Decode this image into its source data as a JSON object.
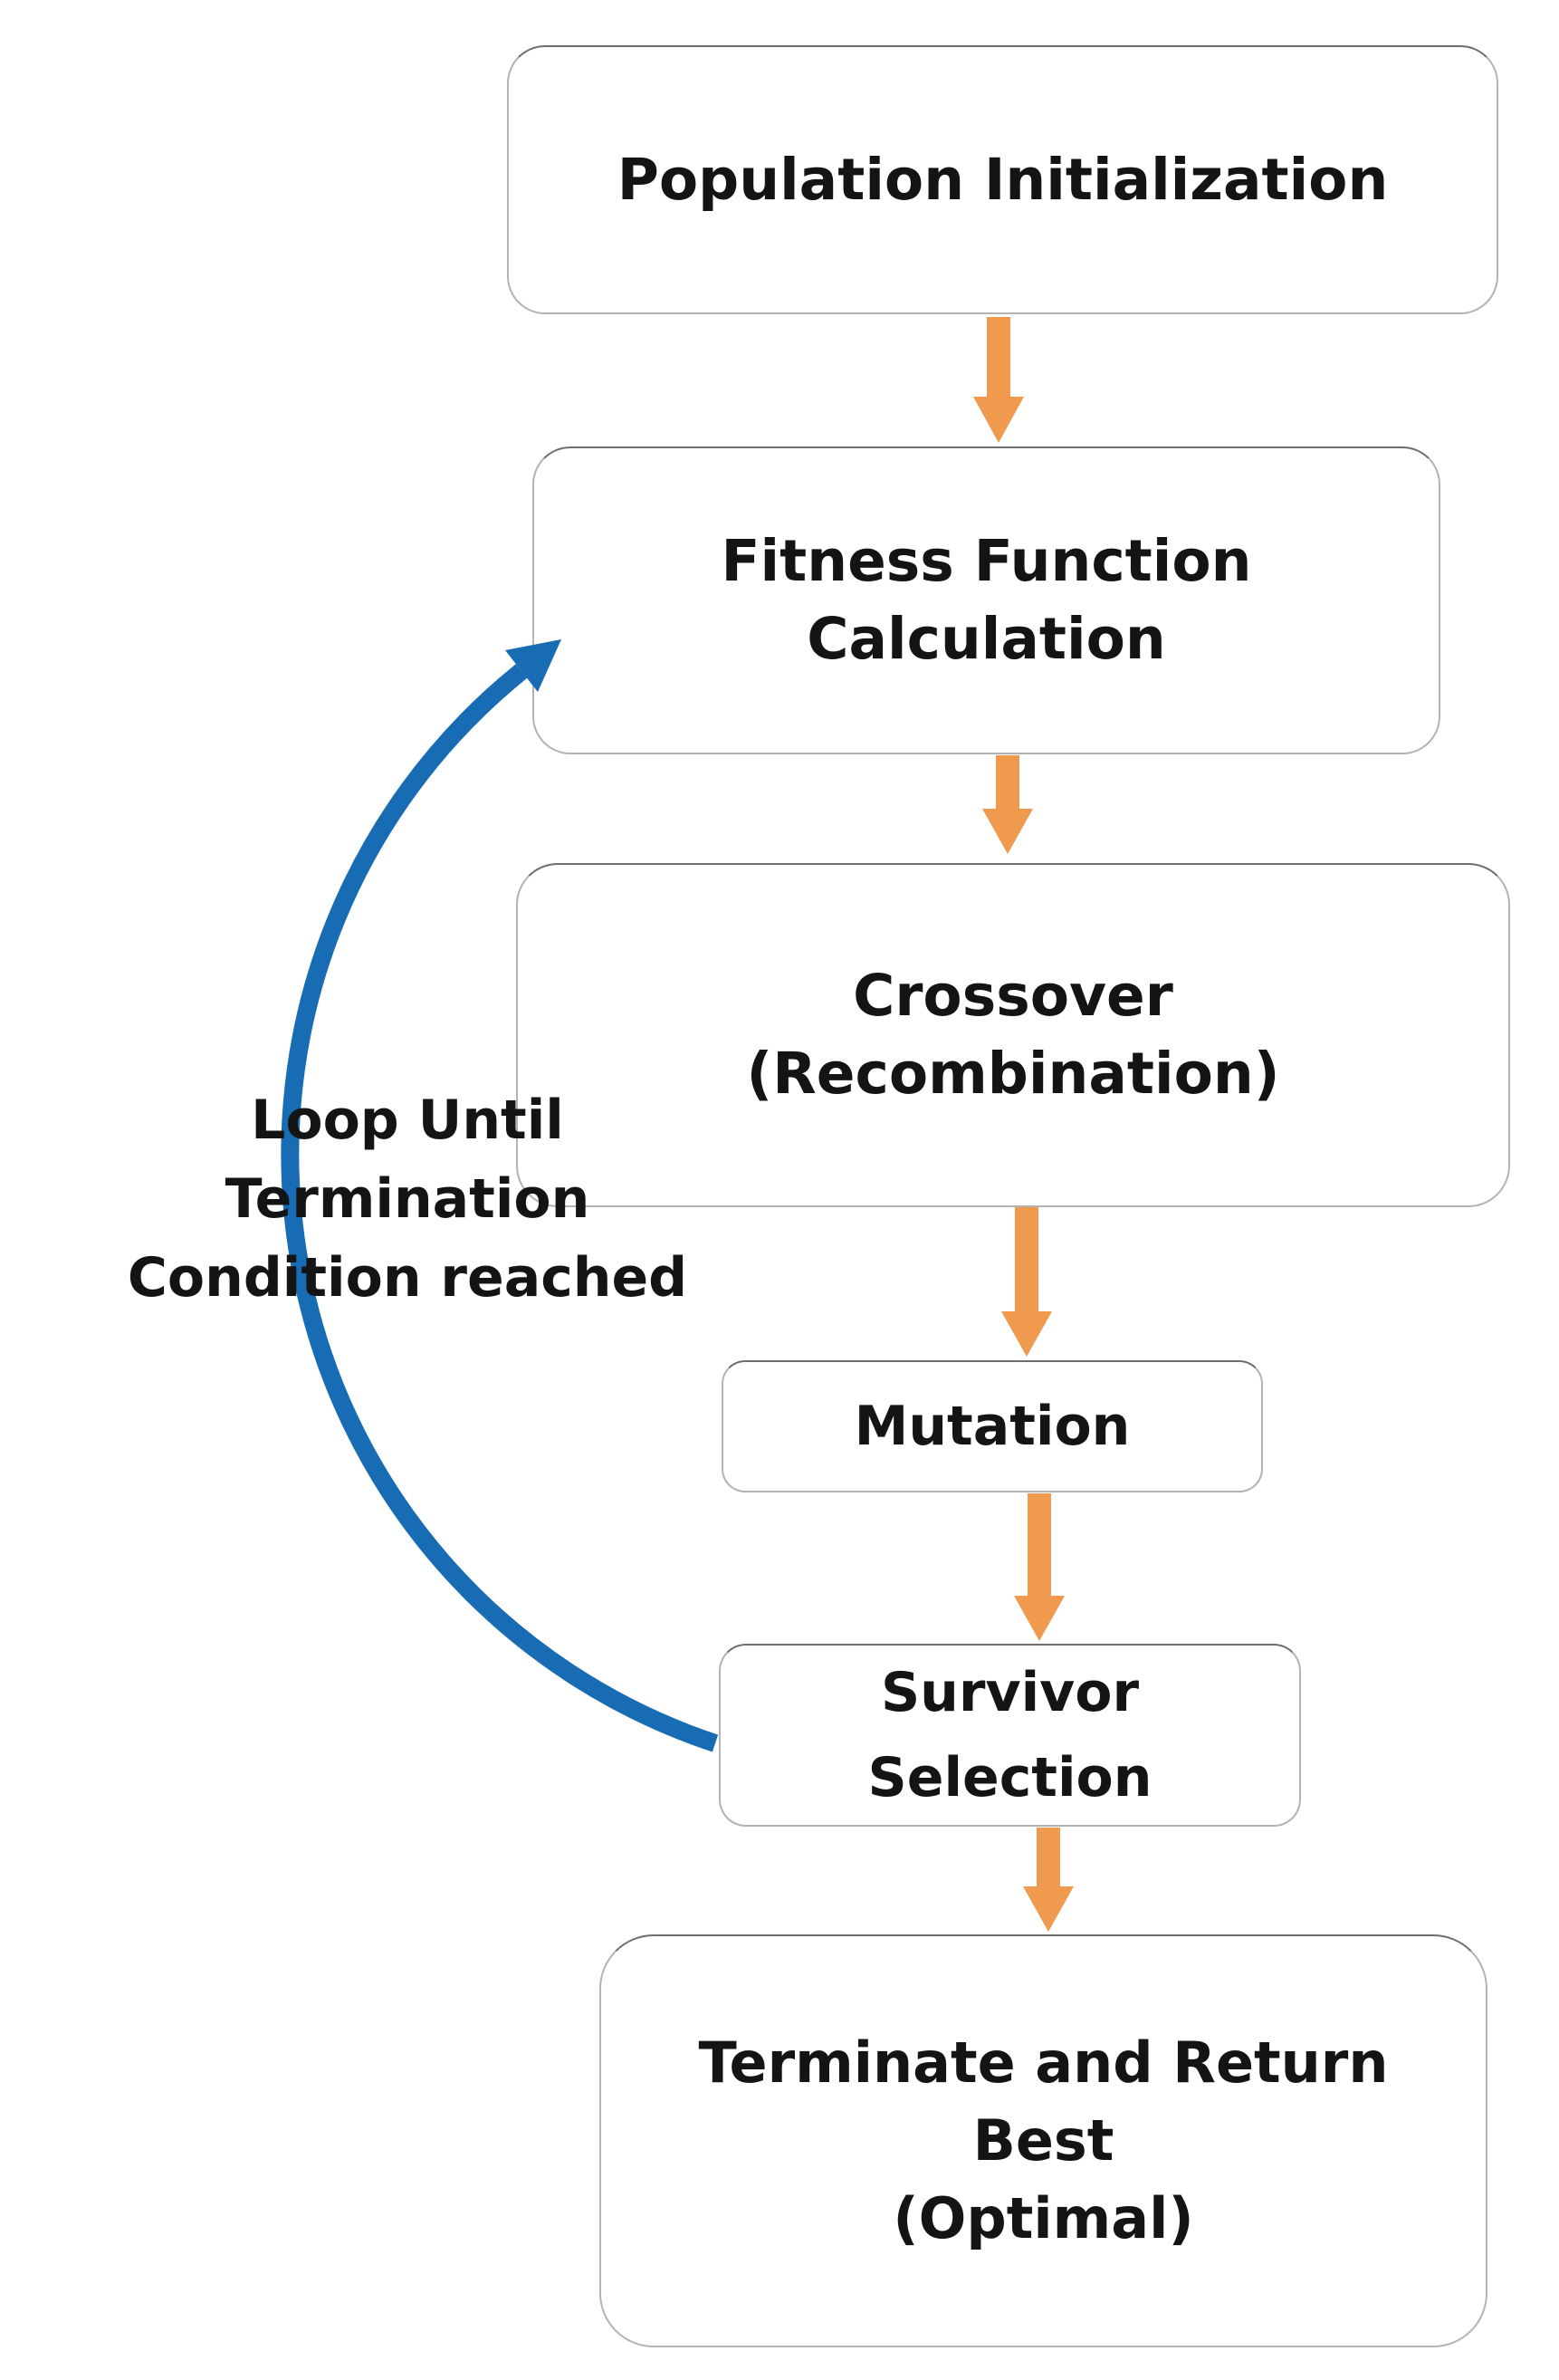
{
  "nodes": [
    {
      "lines": [
        "Population Initialization"
      ]
    },
    {
      "lines": [
        "Fitness Function",
        "Calculation"
      ]
    },
    {
      "lines": [
        "Crossover",
        "(Recombination)"
      ]
    },
    {
      "lines": [
        "Mutation"
      ]
    },
    {
      "lines": [
        "Survivor",
        "Selection"
      ]
    },
    {
      "lines": [
        "Terminate and Return",
        "Best",
        "(Optimal)"
      ]
    }
  ],
  "loop_label": {
    "lines": [
      "Loop Until",
      "Termination",
      "Condition reached"
    ]
  },
  "colors": {
    "flow_arrow": "#EF9A4F",
    "loop_arrow": "#186CB4"
  }
}
